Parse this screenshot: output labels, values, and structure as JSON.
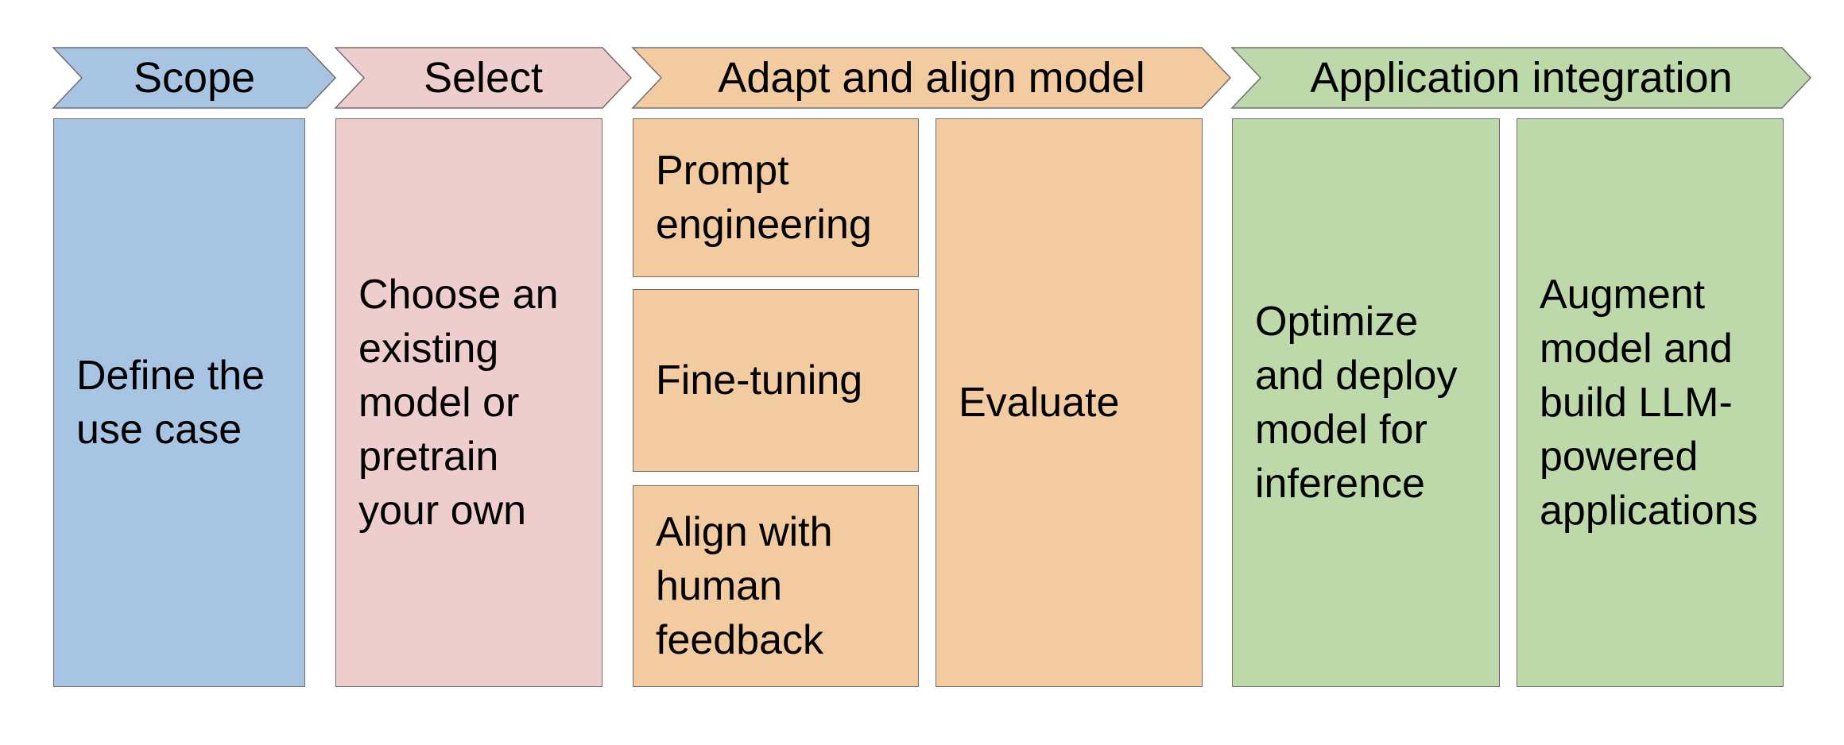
{
  "colors": {
    "scope": "#a8c4e3",
    "select": "#eecdcd",
    "adapt": "#f3cba0",
    "integration": "#bdd8a9",
    "border": "#6f6f6f"
  },
  "stages": {
    "scope": "Scope",
    "select": "Select",
    "adapt": "Adapt and align model",
    "integration": "Application integration"
  },
  "boxes": {
    "define": "Define the\nuse case",
    "choose": "Choose an\nexisting\nmodel or\npretrain\nyour own",
    "prompt": "Prompt\nengineering",
    "finetune": "Fine-tuning",
    "align": "Align with\nhuman\nfeedback",
    "evaluate": "Evaluate",
    "optimize": "Optimize\nand deploy\nmodel for\ninference",
    "augment": "Augment\nmodel and\nbuild LLM-\npowered\napplications"
  }
}
